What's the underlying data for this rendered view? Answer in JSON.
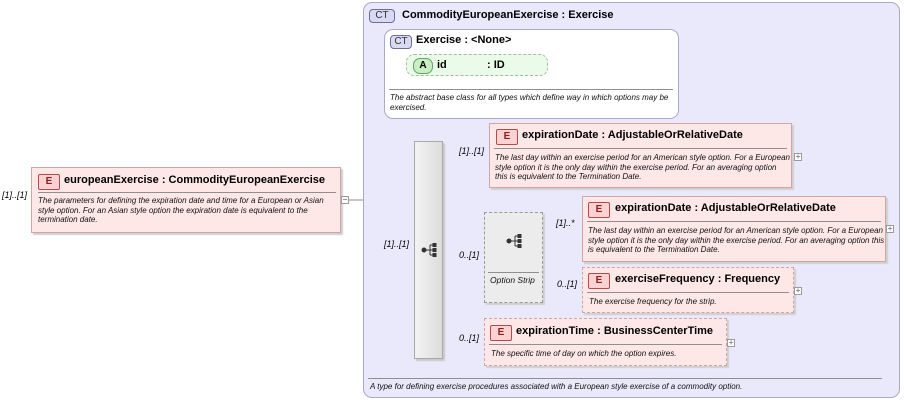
{
  "root": {
    "cardinality": "[1]..[1]",
    "badge": "E",
    "title": "europeanExercise : CommodityEuropeanExercise",
    "description": "The parameters for defining the expiration date and time for a European or Asian style option. For an Asian style option the expiration date is equivalent to the termination date.",
    "expander": "−"
  },
  "complex_type": {
    "badge": "CT",
    "title": "CommodityEuropeanExercise : Exercise",
    "footer_description": "A type for defining exercise procedures associated with a European style exercise of a commodity option."
  },
  "base_type": {
    "badge": "CT",
    "title": "Exercise : <None>",
    "attribute": {
      "badge": "A",
      "name": "id",
      "type": ": ID"
    },
    "description": "The abstract base class for all types which define way in which options may be exercised."
  },
  "sequence": {
    "cardinality": "[1]..[1]"
  },
  "elements": {
    "expiration_date": {
      "cardinality": "[1]..[1]",
      "badge": "E",
      "title": "expirationDate : AdjustableOrRelativeDate",
      "description": "The last day within an exercise period for an American style option. For a European style option it is the only day within the exercise period. For an averaging option this is equivalent to the Termination Date.",
      "expander": "+"
    },
    "option_strip": {
      "cardinality": "0..[1]",
      "label": "Option Strip",
      "expiration_date": {
        "cardinality": "[1]..*",
        "badge": "E",
        "title": "expirationDate : AdjustableOrRelativeDate",
        "description": "The last day within an exercise period for an American style option. For a European style option it is the only day within the exercise period. For an averaging option this is equivalent to the Termination Date.",
        "expander": "+"
      },
      "exercise_frequency": {
        "cardinality": "0..[1]",
        "badge": "E",
        "title": "exerciseFrequency : Frequency",
        "description": "The exercise frequency for the strip.",
        "expander": "+"
      }
    },
    "expiration_time": {
      "cardinality": "0..[1]",
      "badge": "E",
      "title": "expirationTime : BusinessCenterTime",
      "description": "The specific time of day on which the option expires.",
      "expander": "+"
    }
  },
  "colors": {
    "complex_type_bg": "#e9e9fb",
    "element_bg": "#fde7e7",
    "attribute_bg": "#ebfbe9",
    "connector": "#8f8f8f"
  }
}
